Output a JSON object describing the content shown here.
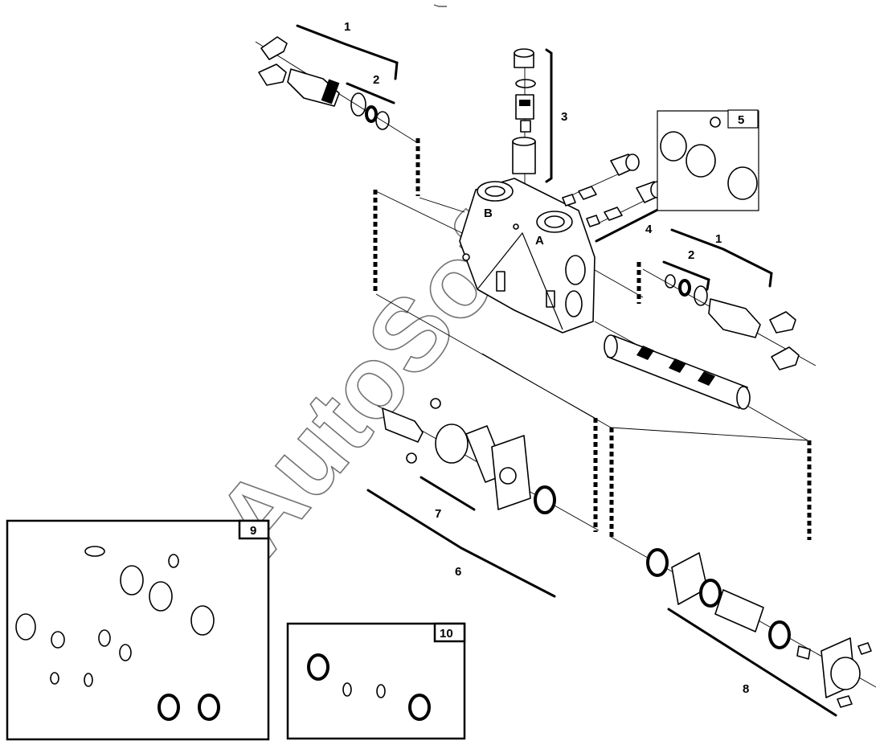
{
  "callouts": {
    "c1_top": "1",
    "c2_top": "2",
    "c3": "3",
    "c4": "4",
    "c5": "5",
    "c1_right": "1",
    "c2_right": "2",
    "c6": "6",
    "c7": "7",
    "c8": "8",
    "c9": "9",
    "c10": "10"
  },
  "port_labels": {
    "b": "B",
    "a": "A"
  },
  "watermark": "AutoSoft"
}
